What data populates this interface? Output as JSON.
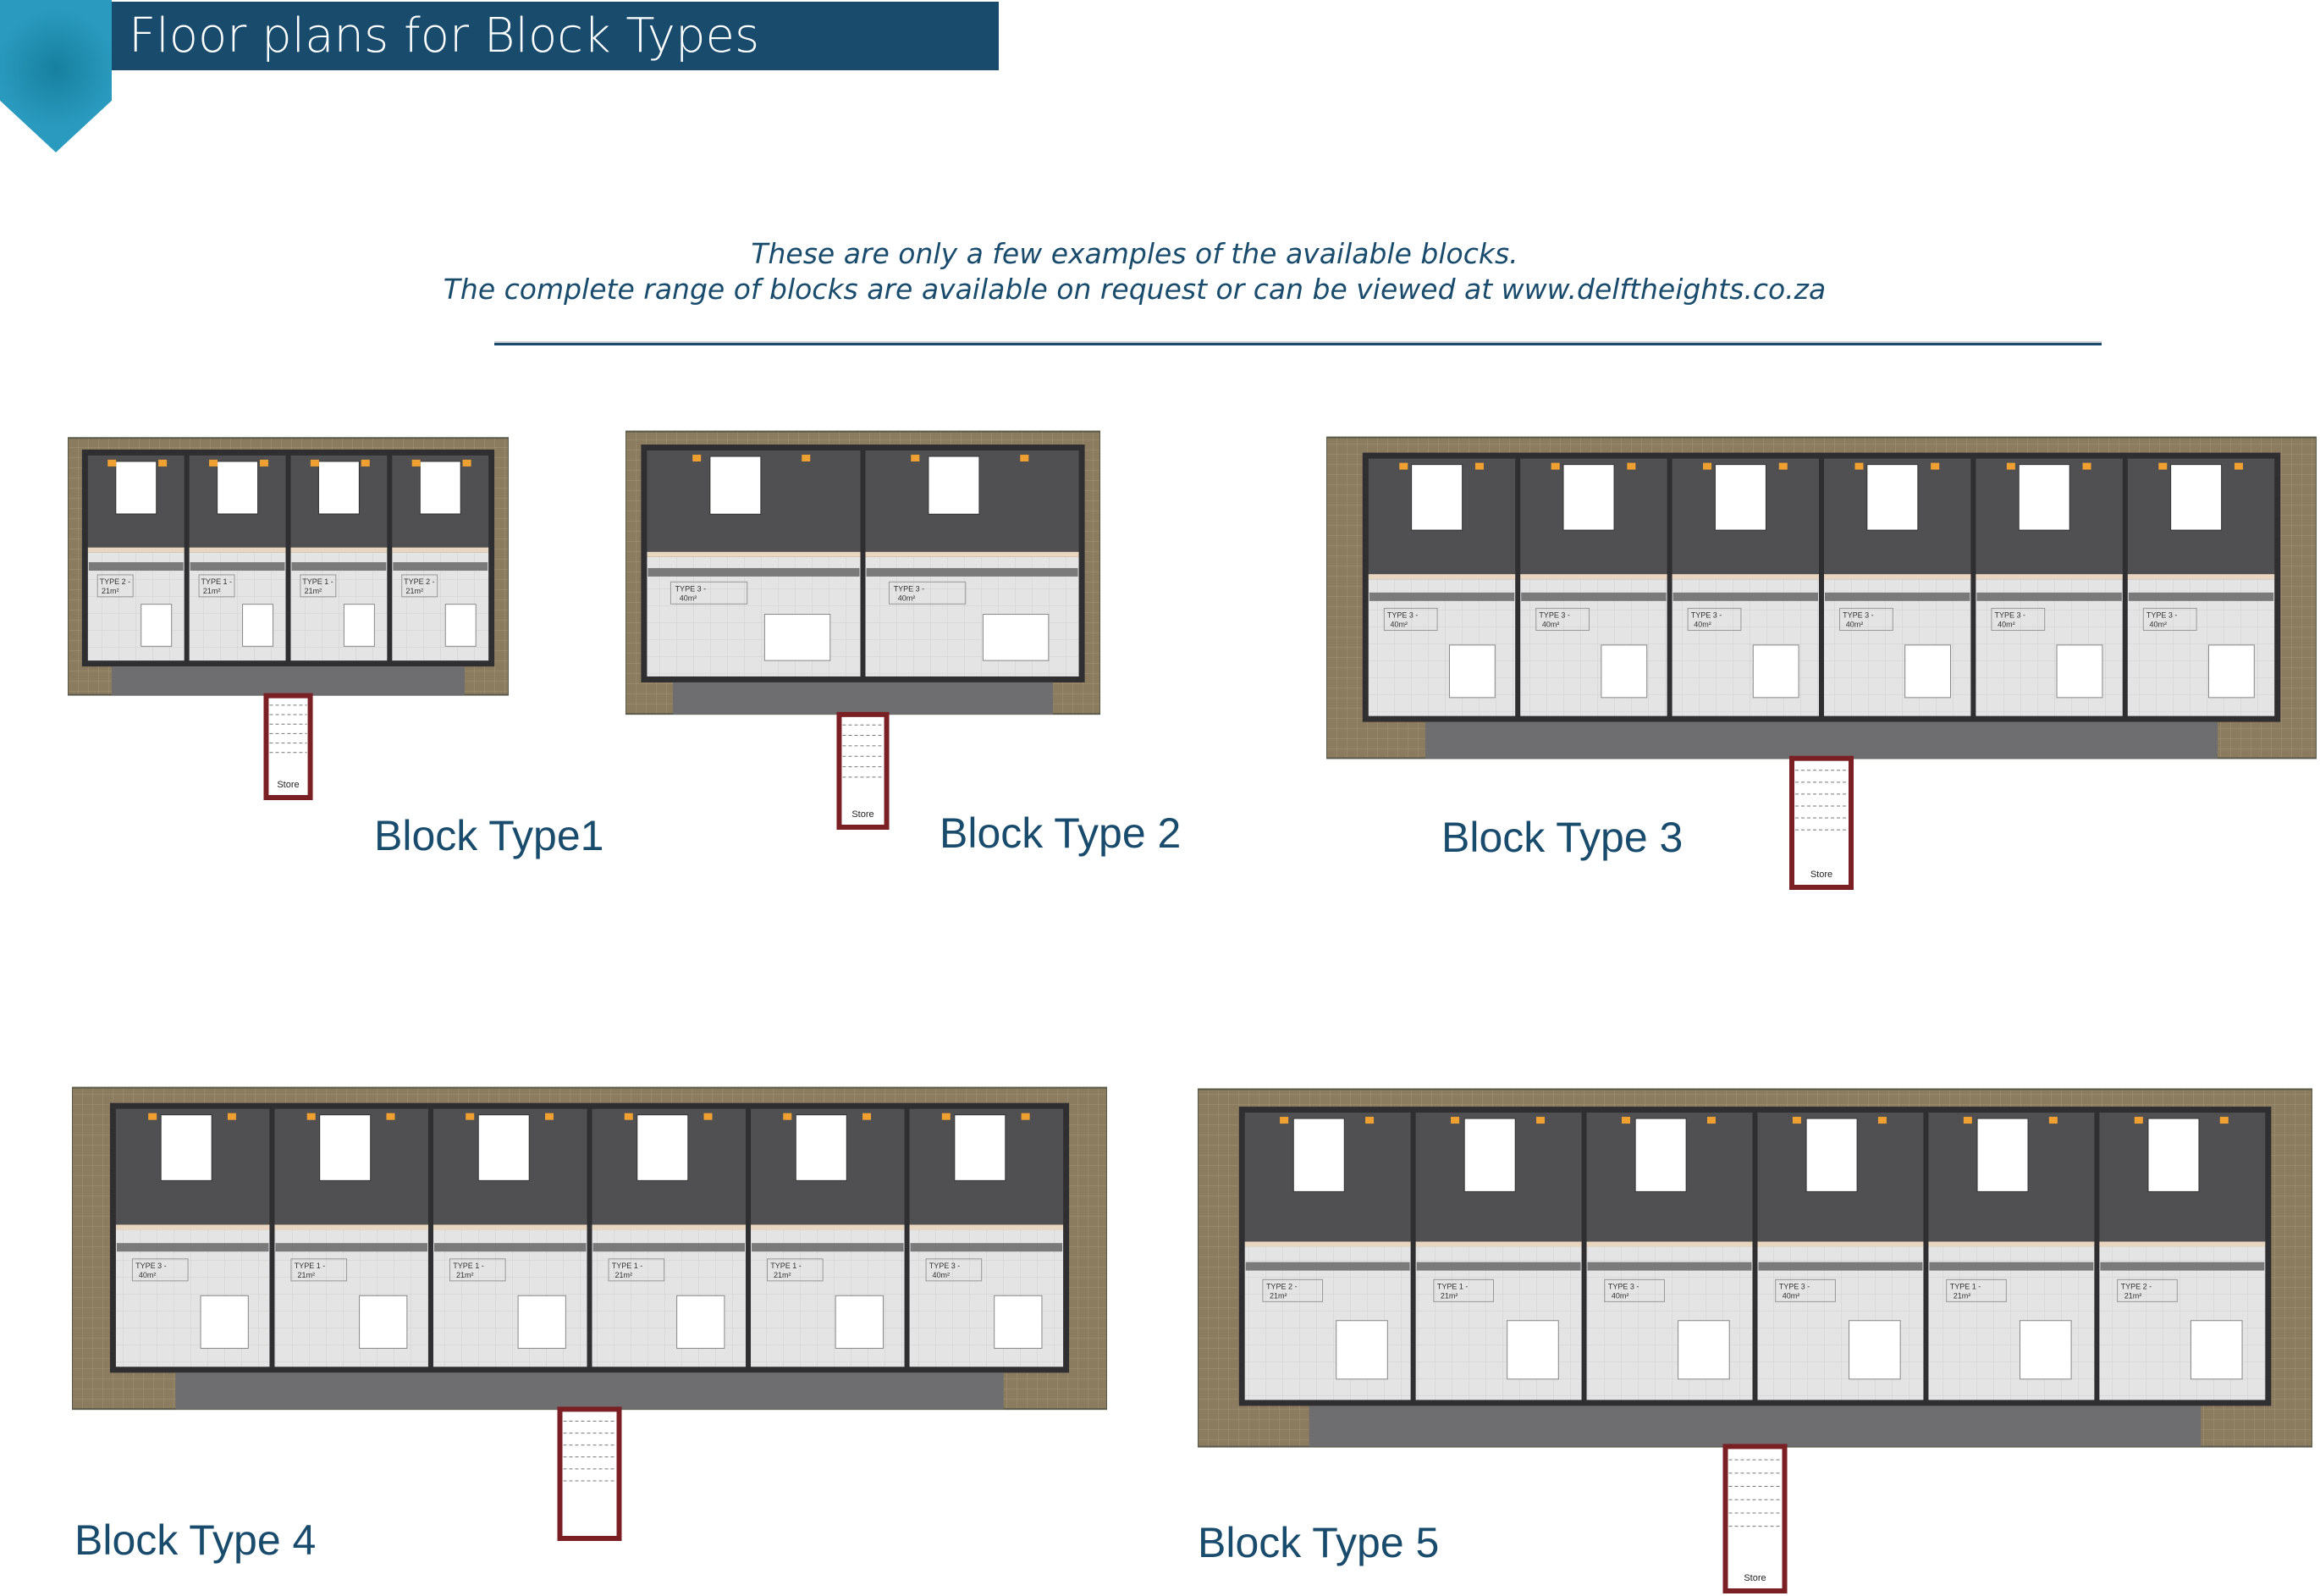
{
  "header": {
    "title": "Floor plans for Block Types"
  },
  "intro": {
    "line1": "These are only a few examples of the available blocks.",
    "line2": "The complete range of blocks are available on request or can be viewed at www.delftheights.co.za"
  },
  "colors": {
    "brand": "#194b6d",
    "accent": "#2a9bbf",
    "ground": "#8b7b5f",
    "bedroom": "#505052",
    "tile": "#e4e4e4",
    "corridor": "#6e6e70",
    "store_wall": "#7a1f24"
  },
  "blocks": [
    {
      "label": "Block Type1",
      "store": "Store",
      "units": [
        {
          "type": "TYPE 2 -",
          "area": "21m²"
        },
        {
          "type": "TYPE 1 -",
          "area": "21m²"
        },
        {
          "type": "TYPE 1 -",
          "area": "21m²"
        },
        {
          "type": "TYPE 2 -",
          "area": "21m²"
        }
      ]
    },
    {
      "label": "Block Type 2",
      "store": "Store",
      "units": [
        {
          "type": "TYPE 3 -",
          "area": "40m²"
        },
        {
          "type": "TYPE 3 -",
          "area": "40m²"
        }
      ]
    },
    {
      "label": "Block Type 3",
      "store": "Store",
      "units": [
        {
          "type": "TYPE 3 -",
          "area": "40m²"
        },
        {
          "type": "TYPE 3 -",
          "area": "40m²"
        },
        {
          "type": "TYPE 3 -",
          "area": "40m²"
        },
        {
          "type": "TYPE 3 -",
          "area": "40m²"
        },
        {
          "type": "TYPE 3 -",
          "area": "40m²"
        },
        {
          "type": "TYPE 3 -",
          "area": "40m²"
        }
      ]
    },
    {
      "label": "Block Type 4",
      "store": "",
      "units": [
        {
          "type": "TYPE 3 -",
          "area": "40m²"
        },
        {
          "type": "TYPE 1 -",
          "area": "21m²"
        },
        {
          "type": "TYPE 1 -",
          "area": "21m²"
        },
        {
          "type": "TYPE 1 -",
          "area": "21m²"
        },
        {
          "type": "TYPE 1 -",
          "area": "21m²"
        },
        {
          "type": "TYPE 3 -",
          "area": "40m²"
        }
      ]
    },
    {
      "label": "Block Type 5",
      "store": "Store",
      "units": [
        {
          "type": "TYPE 2 -",
          "area": "21m²"
        },
        {
          "type": "TYPE 1 -",
          "area": "21m²"
        },
        {
          "type": "TYPE 3 -",
          "area": "40m²"
        },
        {
          "type": "TYPE 3 -",
          "area": "40m²"
        },
        {
          "type": "TYPE 1 -",
          "area": "21m²"
        },
        {
          "type": "TYPE 2 -",
          "area": "21m²"
        }
      ]
    }
  ]
}
